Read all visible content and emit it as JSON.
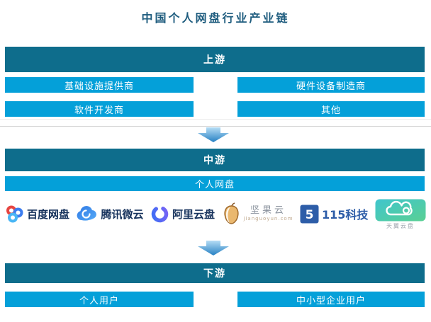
{
  "title": "中国个人网盘行业产业链",
  "sections": {
    "upstream": {
      "header": "上游",
      "items": [
        "基础设施提供商",
        "硬件设备制造商",
        "软件开发商",
        "其他"
      ]
    },
    "midstream": {
      "header": "中游",
      "category": "个人网盘",
      "companies": [
        {
          "name": "百度网盘",
          "icon": "baidu-netdisk-icon"
        },
        {
          "name": "腾讯微云",
          "icon": "tencent-weiyun-icon"
        },
        {
          "name": "阿里云盘",
          "icon": "aliyun-drive-icon"
        },
        {
          "name": "坚果云",
          "sub": "jianguoyun.com",
          "icon": "nutstore-icon"
        },
        {
          "name": "115科技",
          "icon": "115-tech-icon"
        },
        {
          "name": "天翼云盘",
          "icon": "tianyi-cloud-icon"
        }
      ]
    },
    "downstream": {
      "header": "下游",
      "items": [
        "个人用户",
        "中小型企业用户"
      ]
    }
  },
  "colors": {
    "section_header_bg": "#0e6d8c",
    "item_box_bg": "#04a0d9",
    "title_text": "#1e5c7e",
    "arrow_top": "#b5ddf5",
    "arrow_bottom": "#2580c3"
  }
}
